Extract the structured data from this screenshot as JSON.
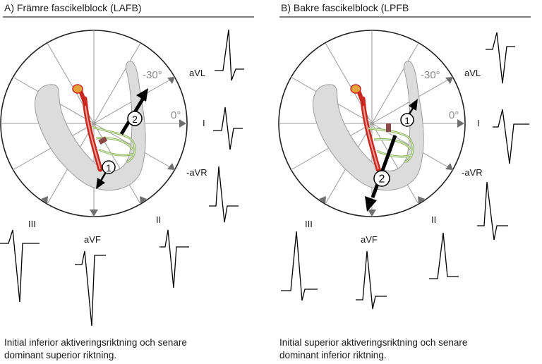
{
  "panels": [
    {
      "id": "a",
      "title": "A) Främre fascikelblock (LAFB)",
      "axis_labels": {
        "minus30": "-30°",
        "zero": "0°"
      },
      "leads": {
        "aVL": "aVL",
        "I": "I",
        "aVR": "-aVR",
        "II": "II",
        "III": "III",
        "aVF": "aVF"
      },
      "vectors": {
        "first": "1",
        "second": "2"
      },
      "caption": [
        "Initial inferior aktiveringsriktning och senare",
        "dominant superior riktning."
      ]
    },
    {
      "id": "b",
      "title": "B) Bakre fascikelblock (LPFB",
      "axis_labels": {
        "minus30": "-30°",
        "zero": "0°"
      },
      "leads": {
        "aVL": "aVL",
        "I": "I",
        "aVR": "-aVR",
        "II": "II",
        "III": "III",
        "aVF": "aVF"
      },
      "vectors": {
        "first": "1",
        "second": "2"
      },
      "caption": [
        "Initial superior aktiveringsriktning och senare",
        "dominant inferior riktning."
      ]
    }
  ],
  "colors": {
    "heart": "#dcdcdc",
    "heart_stroke": "#9a9a9a",
    "bundle_red": "#c8281e",
    "bundle_green": "#8db55a",
    "block": "#8e4a4a",
    "axis_grey": "#7a7a7a"
  }
}
